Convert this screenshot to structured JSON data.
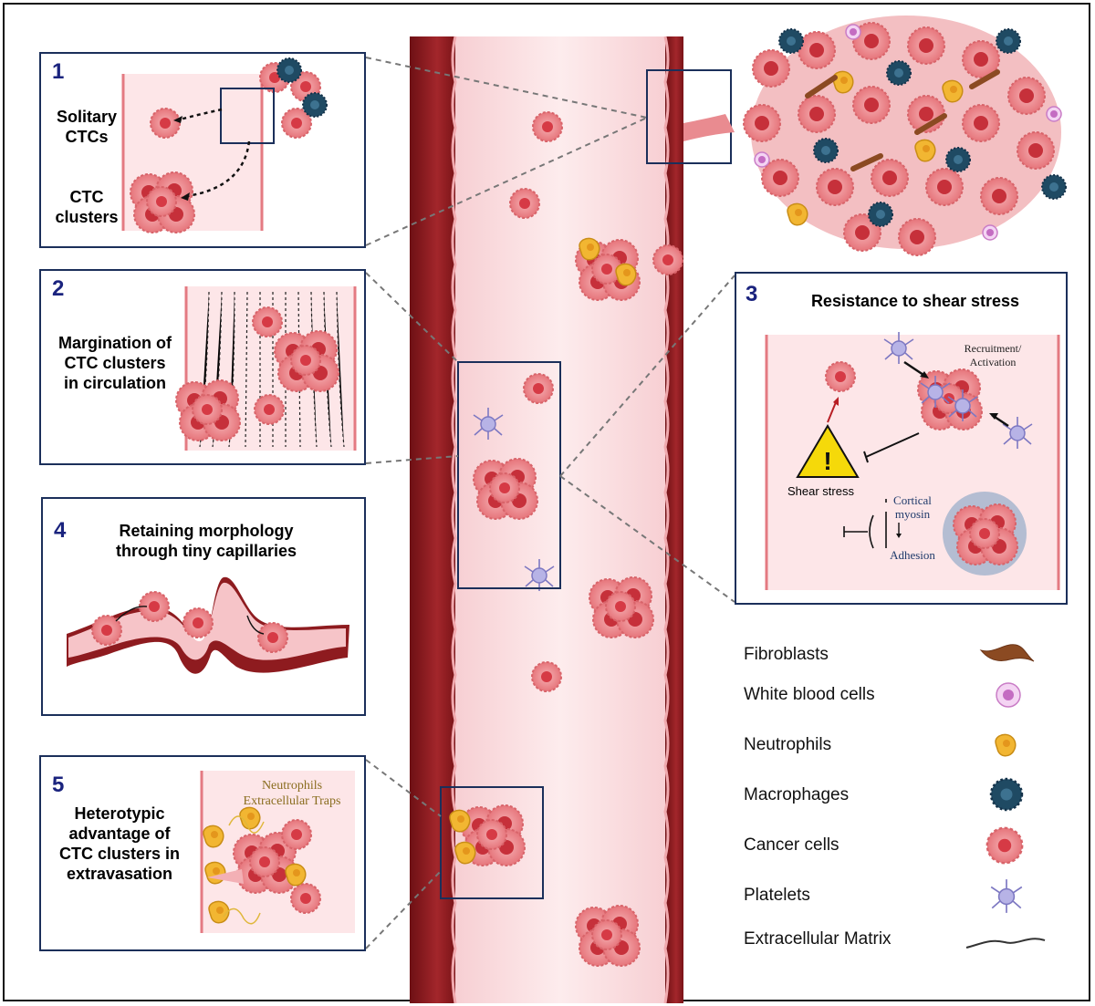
{
  "panel1": {
    "number": "1",
    "solitary_label": "Solitary\nCTCs",
    "cluster_label": "CTC\nclusters"
  },
  "panel2": {
    "number": "2",
    "title": "Margination of\nCTC clusters\nin circulation"
  },
  "panel3": {
    "number": "3",
    "title": "Resistance to shear stress",
    "recruitment_label": "Recruitment/\nActivation",
    "shear_label": "Shear stress",
    "cortical_label": "Cortical\nmyosin",
    "adhesion_label": "Adhesion",
    "warning_glyph": "!"
  },
  "panel4": {
    "number": "4",
    "title": "Retaining morphology\nthrough tiny capillaries"
  },
  "panel5": {
    "number": "5",
    "title": "Heterotypic\nadvantage of\nCTC clusters in\nextravasation",
    "net_label": "Neutrophils\nExtracellular Traps"
  },
  "legend": {
    "items": [
      {
        "label": "Fibroblasts",
        "icon": "fibroblast-icon"
      },
      {
        "label": "White blood cells",
        "icon": "white-blood-cell-icon"
      },
      {
        "label": "Neutrophils",
        "icon": "neutrophil-icon"
      },
      {
        "label": "Macrophages",
        "icon": "macrophage-icon"
      },
      {
        "label": "Cancer cells",
        "icon": "cancer-cell-icon"
      },
      {
        "label": "Platelets",
        "icon": "platelet-icon"
      },
      {
        "label": "Extracellular Matrix",
        "icon": "extracellular-matrix-icon"
      }
    ]
  },
  "colors": {
    "vessel_wall": "#8e1b1f",
    "vessel_lumen": "#fbe1e3",
    "cancer_cell": "#ef8a8f",
    "cancer_nucleus": "#d63a45",
    "macrophage": "#1f4a63",
    "neutrophil": "#f2b632",
    "platelet": "#b7b3e6",
    "fibroblast": "#8b4a22",
    "wbc": "#e9a9e6",
    "panel_border": "#1b2f5a",
    "panel_number": "#1a237e"
  }
}
